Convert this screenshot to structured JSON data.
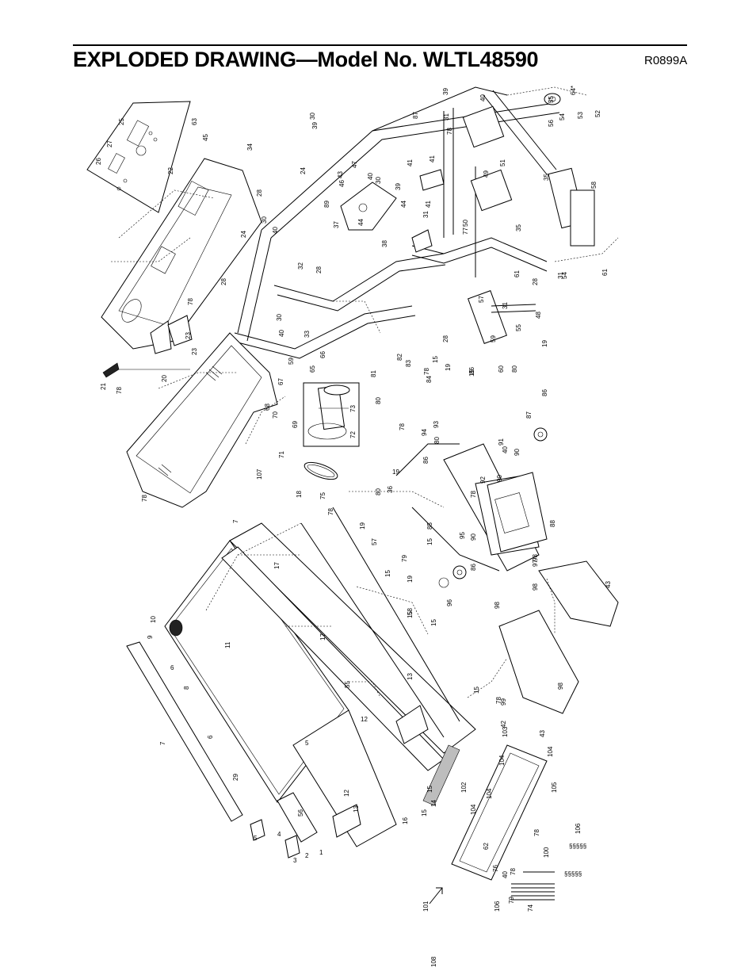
{
  "header": {
    "title": "EXPLODED DRAWING—Model No. WLTL48590",
    "ref_code": "R0899A"
  },
  "part_labels": [
    "1",
    "2",
    "3",
    "4",
    "5",
    "5",
    "6",
    "6",
    "7",
    "7",
    "8",
    "9",
    "10",
    "11",
    "12",
    "12",
    "13",
    "13",
    "14",
    "15",
    "15",
    "15",
    "15",
    "15",
    "15",
    "15",
    "15",
    "15",
    "16",
    "17",
    "17",
    "18",
    "19",
    "19",
    "19",
    "19",
    "19",
    "20",
    "21",
    "22",
    "23",
    "23",
    "24",
    "24",
    "25",
    "26",
    "27",
    "28",
    "28",
    "28",
    "28",
    "28",
    "29",
    "30",
    "30",
    "30",
    "30",
    "31",
    "31",
    "31",
    "31",
    "32",
    "33",
    "34",
    "35",
    "35",
    "36",
    "37",
    "38",
    "39",
    "39",
    "39",
    "40",
    "40",
    "40",
    "40",
    "40",
    "40",
    "41",
    "41",
    "41",
    "42",
    "43",
    "43",
    "43",
    "44",
    "44",
    "45",
    "46",
    "47",
    "48",
    "49",
    "50",
    "51",
    "52",
    "53",
    "54",
    "54",
    "55",
    "55",
    "55",
    "56",
    "56",
    "57",
    "57",
    "58",
    "58",
    "59",
    "59",
    "60",
    "61",
    "61",
    "62",
    "63",
    "64*",
    "65",
    "66",
    "67",
    "68",
    "69",
    "70",
    "71",
    "72",
    "73",
    "74",
    "75",
    "76",
    "77",
    "78",
    "78",
    "78",
    "78",
    "78",
    "78",
    "78",
    "78",
    "78",
    "78",
    "78",
    "79",
    "79",
    "80",
    "80",
    "80",
    "80",
    "81",
    "82",
    "83",
    "84",
    "85",
    "86",
    "86",
    "86",
    "86",
    "87",
    "87",
    "88",
    "89",
    "90",
    "90",
    "90",
    "91",
    "92",
    "93",
    "94",
    "95",
    "96",
    "97",
    "98",
    "98",
    "98",
    "98",
    "99",
    "100",
    "101",
    "102",
    "103",
    "104",
    "104",
    "104",
    "104",
    "105",
    "106",
    "106",
    "107",
    "108"
  ]
}
